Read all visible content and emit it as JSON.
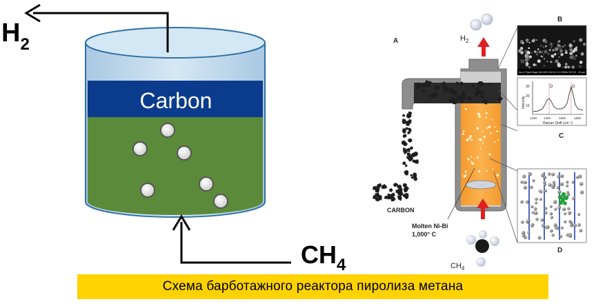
{
  "left": {
    "h2_main": "H",
    "h2_sub": "2",
    "carbon_label": "Carbon",
    "ch4_main": "CH",
    "ch4_sub": "4"
  },
  "right": {
    "panel_a": "A",
    "panel_b": "B",
    "panel_c": "C",
    "panel_d": "D",
    "h2_main": "H",
    "h2_sub": "2",
    "ch4_main": "CH",
    "ch4_sub": "4",
    "carbon_label": "CARBON",
    "molten_line1": "Molten Ni-Bi",
    "molten_line2": "1,000° C",
    "raman": {
      "ylabel": "Intensity",
      "xlabel": "Raman Shift (cm⁻¹)",
      "yticks": [
        "30",
        "20",
        "10"
      ],
      "xticks": [
        "1200",
        "1400",
        "1600",
        "1800"
      ],
      "peak_d": "D",
      "peak_g": "G"
    },
    "sem_info": "Acc.V  Spot Magn  Det  WD\n5.00 kV  4.0  2000x  SE  5.0",
    "sem_scale": "10 µm"
  },
  "caption": "Схема барботажного реактора пиролиза метана",
  "colors": {
    "liquid": "#5b8a3a",
    "carbon_band": "#0b3b8c",
    "vessel_top": "#d3e7f4",
    "vessel_glass": "#b9d4e9",
    "molten": "#f7a23c",
    "arrow_red": "#e02020",
    "caption_bg": "#ffd200"
  }
}
